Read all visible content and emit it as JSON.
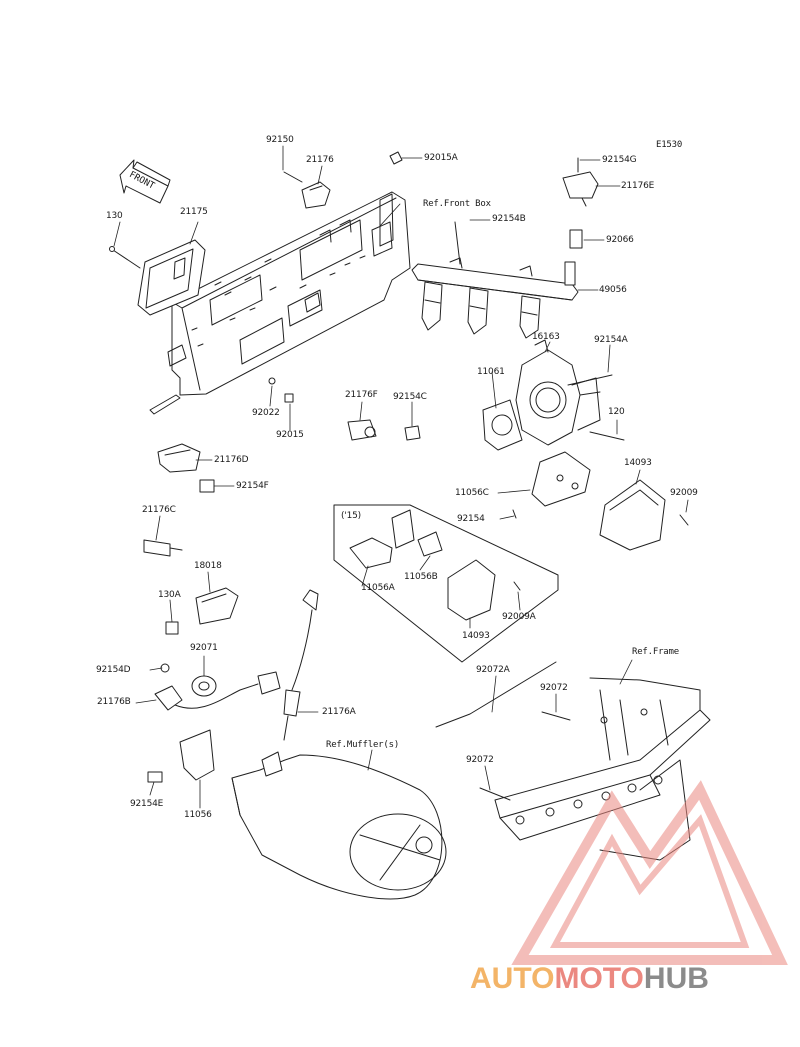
{
  "diagram_code": "E1530",
  "front_label": "FRONT",
  "ref_labels": {
    "front_box": "Ref.Front Box",
    "frame": "Ref.Frame",
    "muffler": "Ref.Muffler(s)"
  },
  "variant_box_label": "('15)",
  "part_numbers": {
    "p92150": "92150",
    "p21176": "21176",
    "p92015A": "92015A",
    "p130": "130",
    "p21175": "21175",
    "p92154G": "92154G",
    "p21176E": "21176E",
    "p92154B": "92154B",
    "p92066": "92066",
    "p49056": "49056",
    "p16163": "16163",
    "p92154A": "92154A",
    "p11061": "11061",
    "p120": "120",
    "p14093a": "14093",
    "p92009": "92009",
    "p11056C": "11056C",
    "p92154": "92154",
    "p92022": "92022",
    "p92015": "92015",
    "p21176F": "21176F",
    "p92154C": "92154C",
    "p21176D": "21176D",
    "p92154F": "92154F",
    "p21176C": "21176C",
    "p18018": "18018",
    "p130A": "130A",
    "p11056A": "11056A",
    "p11056B": "11056B",
    "p14093b": "14093",
    "p92009A": "92009A",
    "p92154D": "92154D",
    "p92071": "92071",
    "p21176B": "21176B",
    "p21176A": "21176A",
    "p92154E": "92154E",
    "p11056": "11056",
    "p92072A": "92072A",
    "p92072a": "92072",
    "p92072b": "92072"
  },
  "watermark": {
    "part1": "AUTO",
    "part2": "MOTO",
    "part3": "HUB",
    "color_orange": "#f3b468",
    "color_red": "#eb8880",
    "color_gray": "#8b8b8b"
  }
}
